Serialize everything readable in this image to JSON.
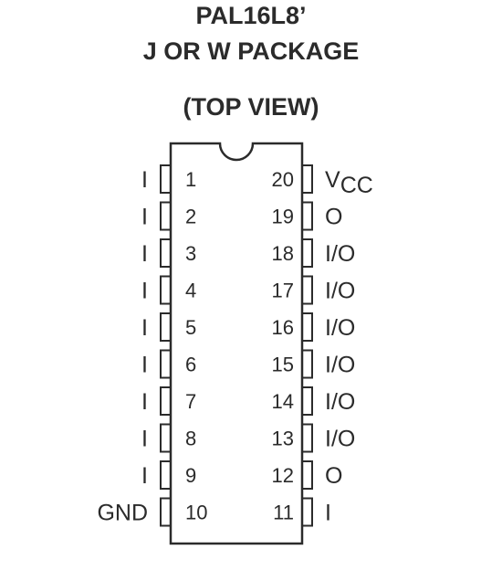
{
  "title": {
    "line1": "PAL16L8’",
    "line2": "J OR W PACKAGE",
    "view": "(TOP VIEW)"
  },
  "left_pins": [
    {
      "number": "1",
      "label": "I"
    },
    {
      "number": "2",
      "label": "I"
    },
    {
      "number": "3",
      "label": "I"
    },
    {
      "number": "4",
      "label": "I"
    },
    {
      "number": "5",
      "label": "I"
    },
    {
      "number": "6",
      "label": "I"
    },
    {
      "number": "7",
      "label": "I"
    },
    {
      "number": "8",
      "label": "I"
    },
    {
      "number": "9",
      "label": "I"
    },
    {
      "number": "10",
      "label": "GND"
    }
  ],
  "right_pins": [
    {
      "number": "20",
      "label": "V",
      "sub": "CC"
    },
    {
      "number": "19",
      "label": "O"
    },
    {
      "number": "18",
      "label": "I/O"
    },
    {
      "number": "17",
      "label": "I/O"
    },
    {
      "number": "16",
      "label": "I/O"
    },
    {
      "number": "15",
      "label": "I/O"
    },
    {
      "number": "14",
      "label": "I/O"
    },
    {
      "number": "13",
      "label": "I/O"
    },
    {
      "number": "12",
      "label": "O"
    },
    {
      "number": "11",
      "label": "I"
    }
  ],
  "colors": {
    "ink": "#2b2b2b",
    "background": "#ffffff"
  }
}
